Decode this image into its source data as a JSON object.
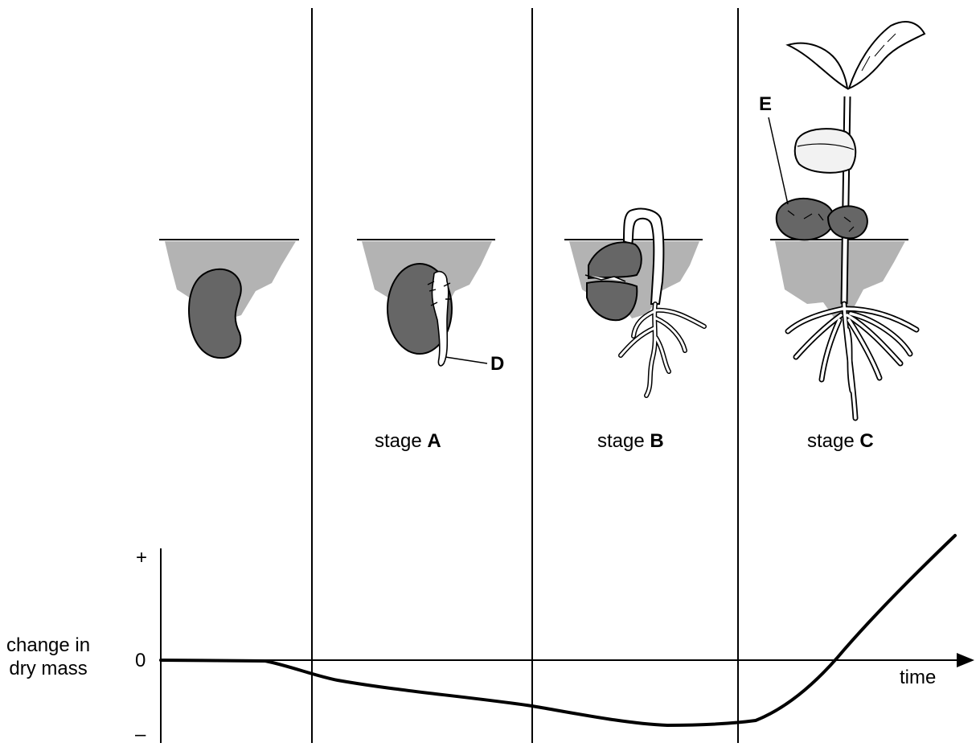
{
  "stages": [
    {
      "prefix": "stage",
      "letter": "A"
    },
    {
      "prefix": "stage",
      "letter": "B"
    },
    {
      "prefix": "stage",
      "letter": "C"
    }
  ],
  "part_labels": {
    "D": "D",
    "E": "E"
  },
  "graph": {
    "y_label_line1": "change in",
    "y_label_line2": "dry mass",
    "y_plus": "+",
    "y_zero": "0",
    "y_minus": "–",
    "x_label": "time"
  },
  "colors": {
    "soil": "#b3b3b3",
    "seed": "#666666",
    "stroke": "#000000",
    "background": "#ffffff"
  },
  "icons": [
    "bean-seed-icon",
    "root-icon",
    "seedling-icon",
    "cotyledon-icon",
    "leaf-icon"
  ]
}
